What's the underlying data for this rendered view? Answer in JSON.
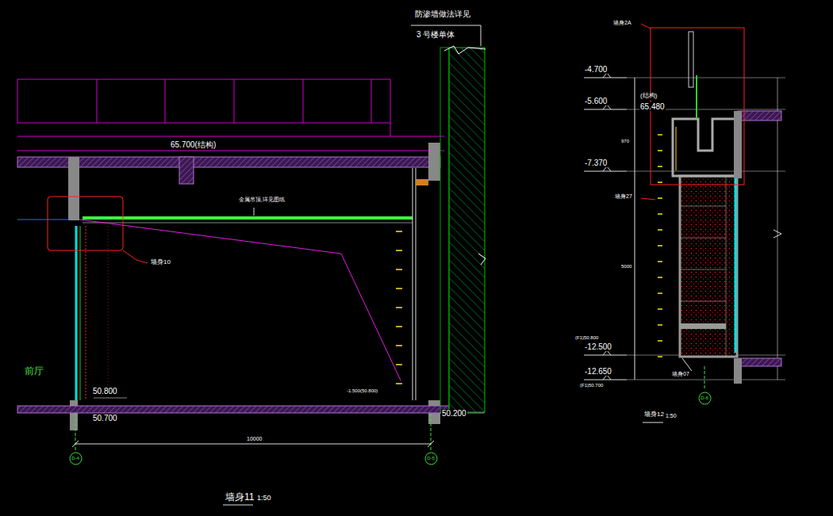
{
  "diagram": {
    "nodes": [
      {
        "text": [
          "D-4"
        ]
      },
      {
        "text": [
          "D-5"
        ]
      },
      {
        "text": [
          "D-6"
        ]
      }
    ],
    "labels": [
      "防渗墙做法详见",
      "3 号楼单体",
      "65.700(结构)",
      "金属吊顶,详见图纸",
      "墙身10",
      "前厅",
      "50.800",
      "50.700",
      "-1.500(50.800)",
      "50.200",
      "10000",
      "墙身11",
      "1:50",
      "墙身2A",
      "-4.700",
      "-5.600",
      "(结构)",
      "65.480",
      "970",
      "-7.370",
      "墙身27",
      "5000",
      "(F1)50.800",
      "-12.500",
      "-12.650",
      "(F1)50.700",
      "墙身07",
      "墙身12",
      "1:50"
    ]
  }
}
